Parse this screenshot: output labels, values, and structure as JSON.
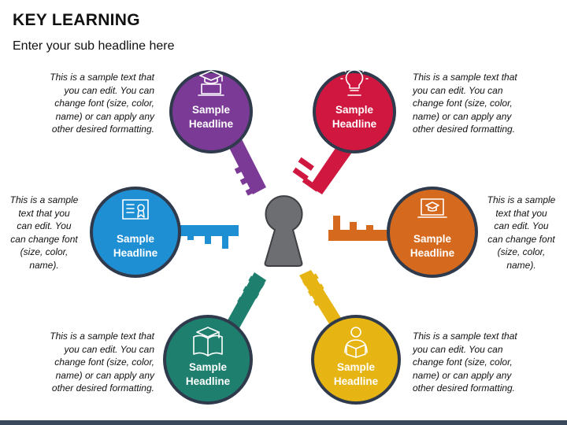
{
  "title": "KEY LEARNING",
  "subtitle": "Enter your sub headline here",
  "keys": [
    {
      "id": "purple",
      "headline": "Sample\nHeadline",
      "description": "This is a sample text that\nyou can edit. You can\nchange font (size, color,\nname) or can apply any\nother desired formatting.",
      "color": "#7b3a96",
      "icon": "graduation-laptop-icon"
    },
    {
      "id": "red",
      "headline": "Sample\nHeadline",
      "description": "This is a sample text that\nyou can edit. You can\nchange font (size, color,\nname) or can apply any\nother desired formatting.",
      "color": "#d0173f",
      "icon": "lightbulb-icon"
    },
    {
      "id": "blue",
      "headline": "Sample\nHeadline",
      "description": "This is a sample\ntext that you\ncan edit. You\ncan change font\n(size, color,\nname).",
      "color": "#1f8fd3",
      "icon": "certificate-icon"
    },
    {
      "id": "orange",
      "headline": "Sample\nHeadline",
      "description": "This is a sample\ntext that you\ncan edit. You\ncan change font\n(size, color,\nname).",
      "color": "#d56a1f",
      "icon": "online-learning-icon"
    },
    {
      "id": "teal",
      "headline": "Sample\nHeadline",
      "description": "This is a sample text that\nyou can edit. You can\nchange font (size, color,\nname) or can apply any\nother desired formatting.",
      "color": "#1f7f6f",
      "icon": "open-book-icon"
    },
    {
      "id": "yellow",
      "headline": "Sample\nHeadline",
      "description": "This is a sample text that\nyou can edit. You can\nchange font (size, color,\nname) or can apply any\nother desired formatting.",
      "color": "#e6b514",
      "icon": "student-reading-icon"
    }
  ],
  "keyhole_color": "#6d6e71"
}
